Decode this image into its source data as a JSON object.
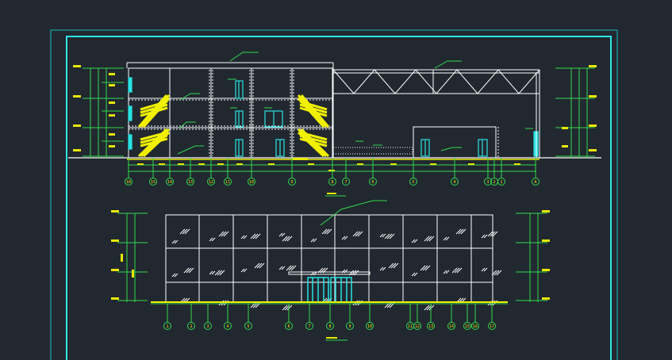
{
  "section_view": {
    "axes_top": [
      "18",
      "15",
      "14",
      "13",
      "12",
      "11",
      "10",
      "9",
      "8",
      "7",
      "6",
      "5",
      "4",
      "3",
      "2",
      "1",
      "A"
    ],
    "axes_bottom": [
      "1",
      "2",
      "3",
      "4",
      "5",
      "6",
      "7",
      "8",
      "9",
      "10",
      "11",
      "12",
      "13",
      "14",
      "15",
      "16",
      "17"
    ]
  }
}
